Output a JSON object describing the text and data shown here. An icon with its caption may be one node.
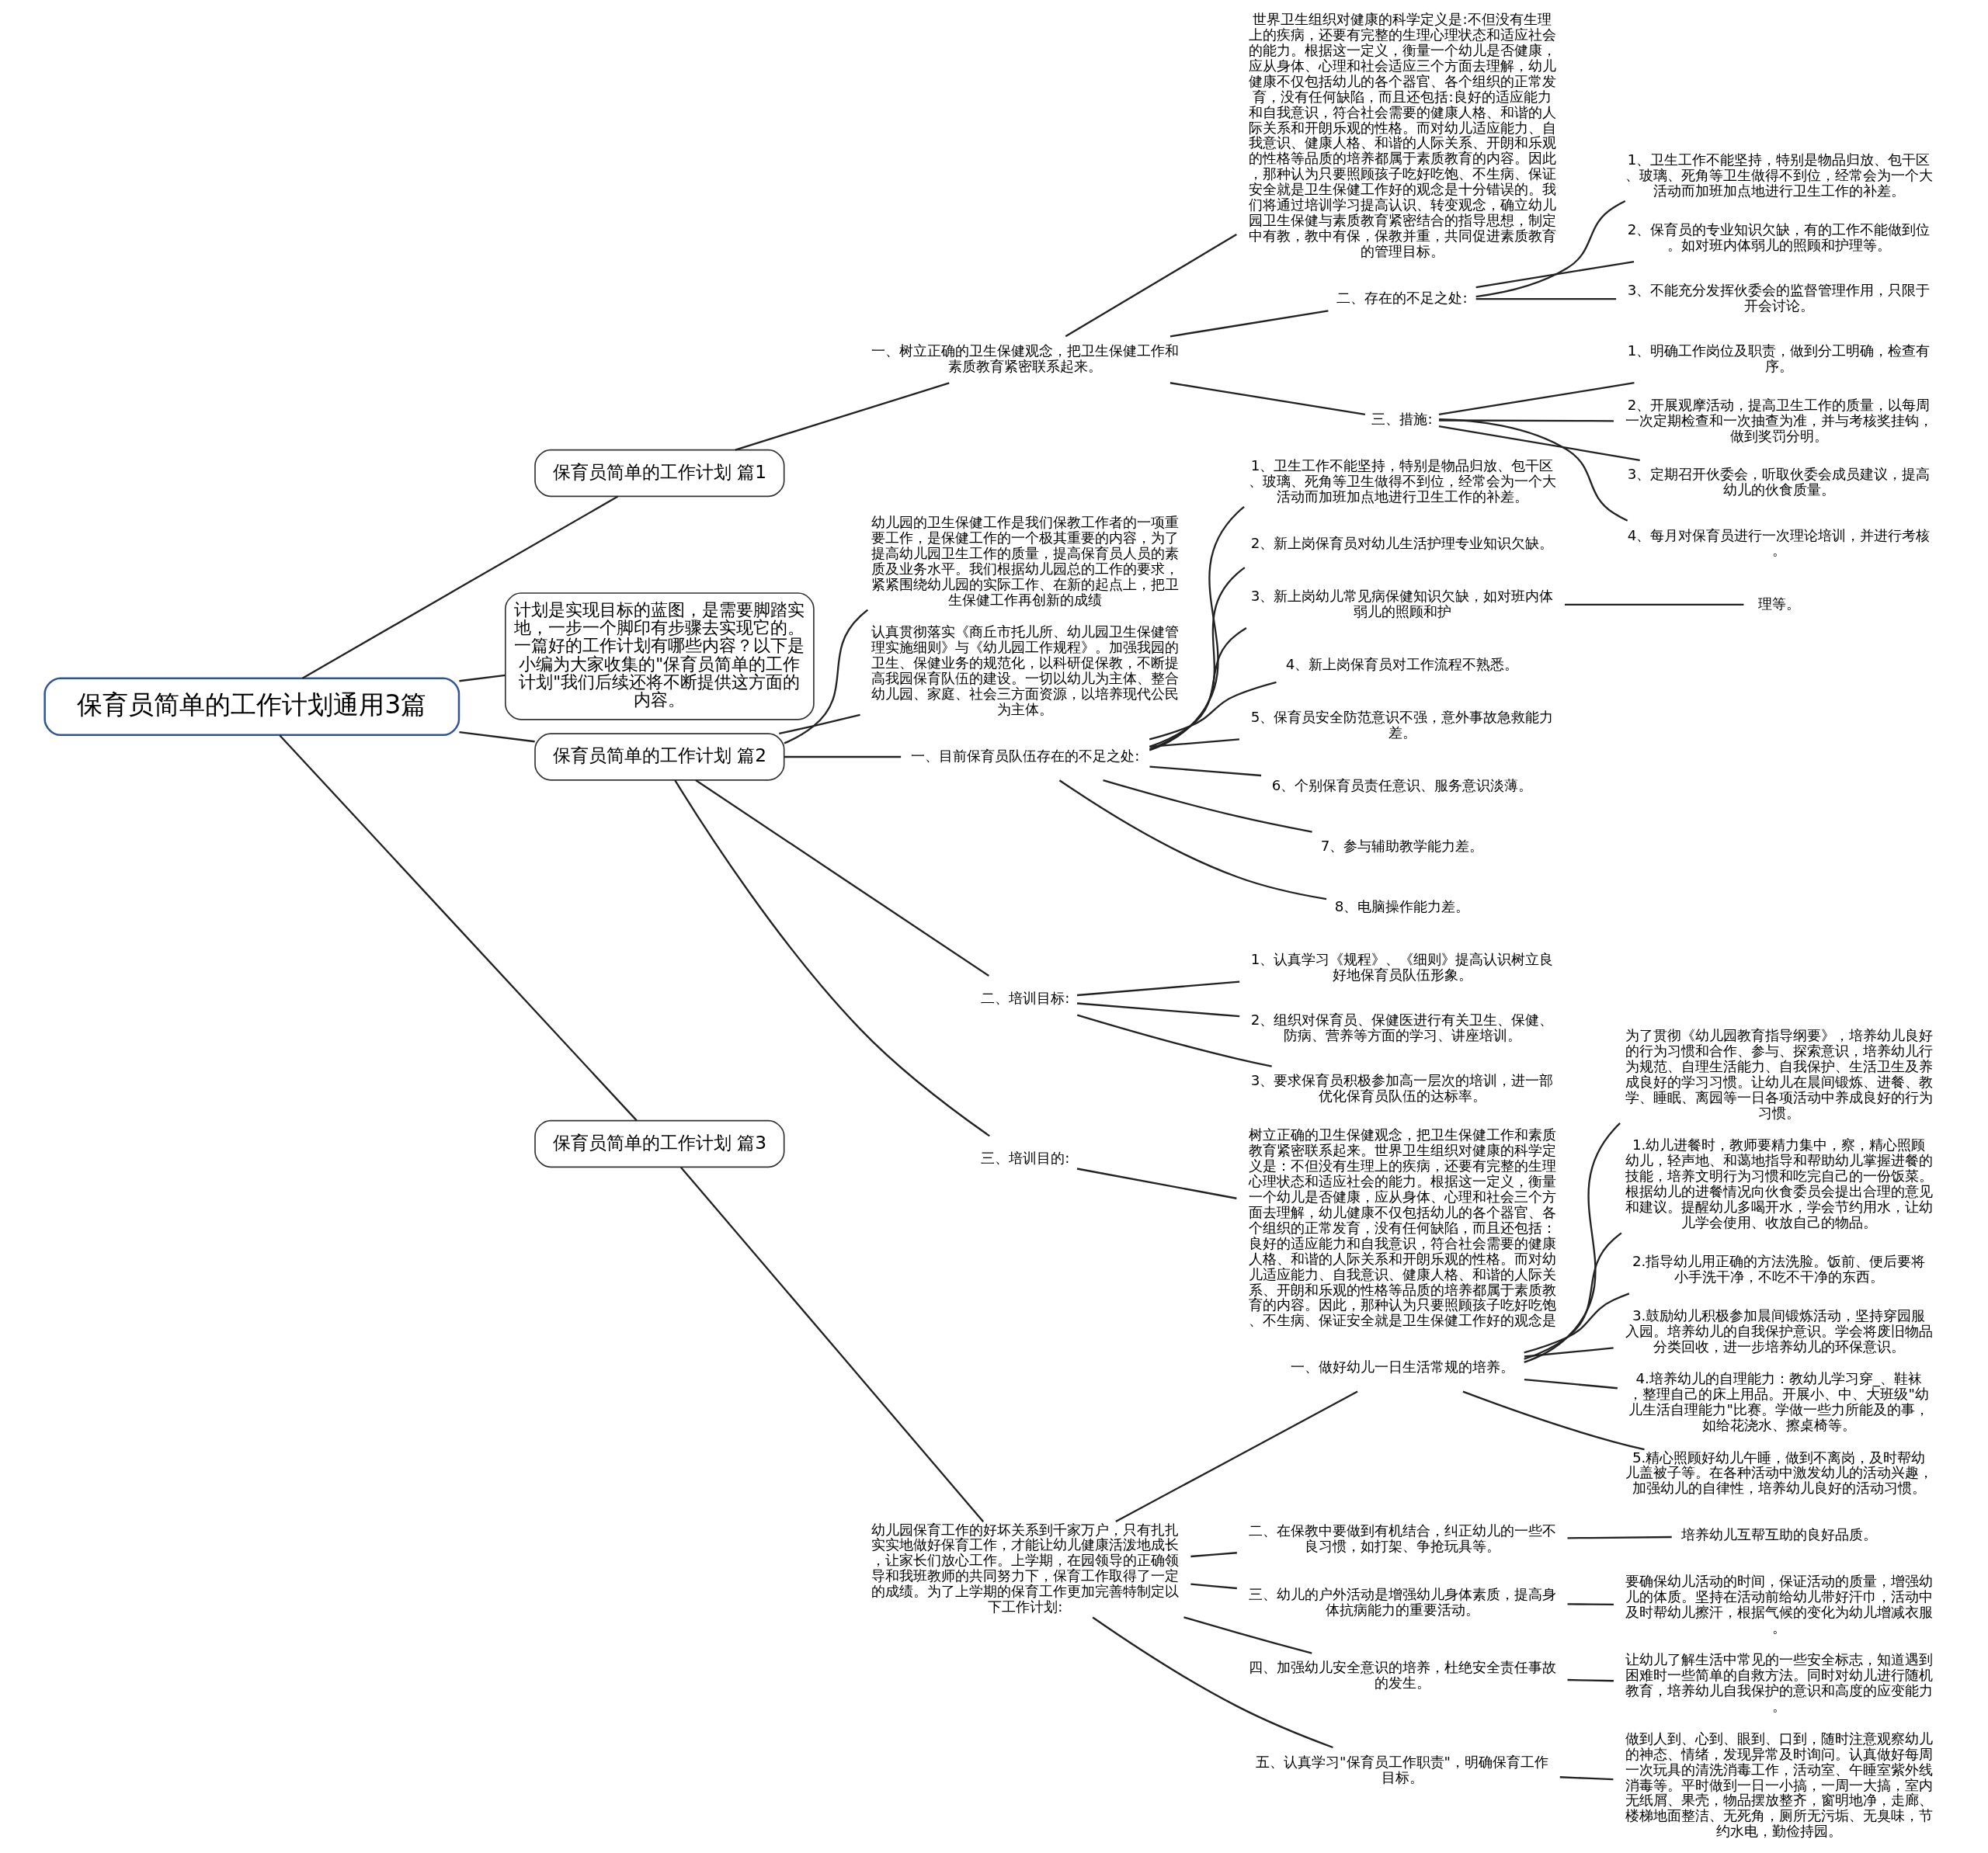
{
  "diagram": {
    "nodes": [
      {
        "text": [
          "保育员简单的工作计划通用3篇"
        ]
      },
      {
        "text": [
          "保育员简单的工作计划 篇1"
        ]
      },
      {
        "text": [
          "一、树立正确的卫生保健观念，把卫生保健工作和素质教育紧密联系起来。"
        ]
      },
      {
        "text": [
          "世界卫生组织对健康的科学定义是:不但没有生理上的疾病，还要有完整的生理心理状态和适应社会的能力。根据这一定义，衡量一个幼儿是否健康，应从身体、心理和社会适应三个方面去理解，幼儿健康不仅包括幼儿的各个器官、各个组织的正常发育，没有任何缺陷，而且还包括:良好的适应能力和自我意识，符合社会需要的健康人格、和谐的人际关系和开朗乐观的性格。而对幼儿适应能力、自我意识、健康人格、和谐的人际关系、开朗和乐观的性格等品质的培养都属于素质教育的内容。因此，那种认为只要照顾孩子吃好吃饱、不生病、保证安全就是卫生保健工作好的观念是十分错误的。我们将通过培训学习提高认识、转变观念，确立幼儿园卫生保健与素质教育紧密结合的指导思想，制定中有教，教中有保，保教并重，共同促进素质教育的管理目标。"
        ]
      },
      {
        "text": [
          "二、存在的不足之处:"
        ]
      },
      {
        "text": [
          "1、卫生工作不能坚持，特别是物品归放、包干区、玻璃、死角等卫生做得不到位，经常会为一个大活动而加班加点地进行卫生工作的补差。"
        ]
      },
      {
        "text": [
          "2、保育员的专业知识欠缺，有的工作不能做到位。如对班内体弱儿的照顾和护理等。"
        ]
      },
      {
        "text": [
          "3、不能充分发挥伙委会的监督管理作用，只限于开会讨论。"
        ]
      },
      {
        "text": [
          "三、措施:"
        ]
      },
      {
        "text": [
          "1、明确工作岗位及职责，做到分工明确，检查有序。"
        ]
      },
      {
        "text": [
          "2、开展观摩活动，提高卫生工作的质量，以每周一次定期检查和一次抽查为准，并与考核奖挂钩，做到奖罚分明。"
        ]
      },
      {
        "text": [
          "3、定期召开伙委会，听取伙委会成员建议，提高幼儿的伙食质量。"
        ]
      },
      {
        "text": [
          "4、每月对保育员进行一次理论培训，并进行考核。"
        ]
      },
      {
        "text": [
          "计划是实现目标的蓝图，是需要脚踏实地，一步一个脚印有步骤去实现它的。一篇好的工作计划有哪些内容？以下是小编为大家收集的\"保育员简单的工作计划\"我们后续还将不断提供这方面的内容。"
        ]
      },
      {
        "text": [
          "保育员简单的工作计划 篇2"
        ]
      },
      {
        "text": [
          "幼儿园的卫生保健工作是我们保教工作者的一项重要工作，是保健工作的一个极其重要的内容，为了提高幼儿园卫生工作的质量，提高保育员人员的素质及业务水平。我们根据幼儿园总的工作的要求，紧紧围绕幼儿园的实际工作、在新的起点上，把卫生保健工作再创新的成绩"
        ]
      },
      {
        "text": [
          "认真贯彻落实《商丘市托儿所、幼儿园卫生保健管理实施细则》与《幼儿园工作规程》。加强我园的卫生、保健业务的规范化，以科研促保教，不断提高我园保育队伍的建设。一切以幼儿为主体、整合幼儿园、家庭、社会三方面资源，以培养现代公民为主体。"
        ]
      },
      {
        "text": [
          "一、目前保育员队伍存在的不足之处:"
        ]
      },
      {
        "text": [
          "1、卫生工作不能坚持，特别是物品归放、包干区、玻璃、死角等卫生做得不到位，经常会为一个大活动而加班加点地进行卫生工作的补差。"
        ]
      },
      {
        "text": [
          "2、新上岗保育员对幼儿生活护理专业知识欠缺。"
        ]
      },
      {
        "text": [
          "3、新上岗幼儿常见病保健知识欠缺，如对班内体弱儿的照顾和护"
        ]
      },
      {
        "text": [
          "4、新上岗保育员对工作流程不熟悉。"
        ]
      },
      {
        "text": [
          "5、保育员安全防范意识不强，意外事故急救能力差。"
        ]
      },
      {
        "text": [
          "6、个别保育员责任意识、服务意识淡薄。"
        ]
      },
      {
        "text": [
          "7、参与辅助教学能力差。"
        ]
      },
      {
        "text": [
          "8、电脑操作能力差。"
        ]
      },
      {
        "text": [
          "理等。"
        ]
      },
      {
        "text": [
          "二、培训目标:"
        ]
      },
      {
        "text": [
          "1、认真学习《规程》、《细则》提高认识树立良好地保育员队伍形象。"
        ]
      },
      {
        "text": [
          "2、组织对保育员、保健医进行有关卫生、保健、防病、营养等方面的学习、讲座培训。"
        ]
      },
      {
        "text": [
          "3、要求保育员积极参加高一层次的培训，进一部优化保育员队伍的达标率。"
        ]
      },
      {
        "text": [
          "三、培训目的:"
        ]
      },
      {
        "text": [
          "树立正确的卫生保健观念，把卫生保健工作和素质教育紧密联系起来。世界卫生组织对健康的科学定义是：不但没有生理上的疾病，还要有完整的生理心理状态和适应社会的能力。根据这一定义，衡量一个幼儿是否健康，应从身体、心理和社会三个方面去理解，幼儿健康不仅包括幼儿的各个器官、各个组织的正常发育，没有任何缺陷，而且还包括：良好的适应能力和自我意识，符合社会需要的健康人格、和谐的人际关系和开朗乐观的性格。而对幼儿适应能力、自我意识、健康人格、和谐的人际关系、开朗和乐观的性格等品质的培养都属于素质教育的内容。因此，那种认为只要照顾孩子吃好吃饱、不生病、保证安全就是卫生保健工作好的观念是"
        ]
      },
      {
        "text": [
          "保育员简单的工作计划 篇3"
        ]
      },
      {
        "text": [
          "幼儿园保育工作的好坏关系到千家万户，只有扎扎实实地做好保育工作，才能让幼儿健康活泼地成长，让家长们放心工作。上学期，在园领导的正确领导和我班教师的共同努力下，保育工作取得了一定的成绩。为了上学期的保育工作更加完善特制定以下工作计划:"
        ]
      },
      {
        "text": [
          "一、做好幼儿一日生活常规的培养。"
        ]
      },
      {
        "text": [
          "为了贯彻《幼儿园教育指导纲要》，培养幼儿良好的行为习惯和合作、参与、探索意识，培养幼儿行为规范、自理生活能力、自我保护、生活卫生及养成良好的学习习惯。让幼儿在晨间锻炼、进餐、教学、睡眠、离园等一日各项活动中养成良好的行为习惯。"
        ]
      },
      {
        "text": [
          "1.幼儿进餐时，教师要精力集中，察，精心照顾幼儿，轻声地、和蔼地指导和帮助幼儿掌握进餐的技能，培养文明行为习惯和吃完自己的一份饭菜。根据幼儿的进餐情况向伙食委员会提出合理的意见和建议。提醒幼儿多喝开水，学会节约用水，让幼儿学会使用、收放自己的物品。"
        ]
      },
      {
        "text": [
          "2.指导幼儿用正确的方法洗脸。饭前、便后要将小手洗干净，不吃不干净的东西。"
        ]
      },
      {
        "text": [
          "3.鼓励幼儿积极参加晨间锻炼活动，坚持穿园服入园。培养幼儿的自我保护意识。学会将废旧物品分类回收，进一步培养幼儿的环保意识。"
        ]
      },
      {
        "text": [
          "4.培养幼儿的自理能力：教幼儿学习穿_、鞋袜，整理自己的床上用品。开展小、中、大班级\"幼儿生活自理能力\"比赛。学做一些力所能及的事，如给花浇水、擦桌椅等。"
        ]
      },
      {
        "text": [
          "5.精心照顾好幼儿午睡，做到不离岗，及时帮幼儿盖被子等。在各种活动中激发幼儿的活动兴趣，加强幼儿的自律性，培养幼儿良好的活动习惯。"
        ]
      },
      {
        "text": [
          "二、在保教中要做到有机结合，纠正幼儿的一些不良习惯，如打架、争抢玩具等。"
        ]
      },
      {
        "text": [
          "培养幼儿互帮互助的良好品质。"
        ]
      },
      {
        "text": [
          "三、幼儿的户外活动是增强幼儿身体素质，提高身体抗病能力的重要活动。"
        ]
      },
      {
        "text": [
          "要确保幼儿活动的时间，保证活动的质量，增强幼儿的体质。坚持在活动前给幼儿带好汗巾，活动中及时帮幼儿擦汗，根据气候的变化为幼儿增减衣服。"
        ]
      },
      {
        "text": [
          "四、加强幼儿安全意识的培养，杜绝安全责任事故的发生。"
        ]
      },
      {
        "text": [
          "让幼儿了解生活中常见的一些安全标志，知道遇到困难时一些简单的自救方法。同时对幼儿进行随机教育，培养幼儿自我保护的意识和高度的应变能力。"
        ]
      },
      {
        "text": [
          "五、认真学习\"保育员工作职责\"，明确保育工作目标。"
        ]
      },
      {
        "text": [
          "做到人到、心到、眼到、口到，随时注意观察幼儿的神态、情绪，发现异常及时询问。认真做好每周一次玩具的清洗消毒工作，活动室、午睡室紫外线消毒等。平时做到一日一小搞，一周一大搞，室内无纸屑、果壳，物品摆放整齐，窗明地净，走廊、楼梯地面整洁、无死角，厕所无污垢、无臭味，节约水电，勤俭持园。"
        ]
      }
    ],
    "edges": [
      {
        "from": 0,
        "to": 1,
        "arrow": "none"
      },
      {
        "from": 1,
        "to": 2,
        "arrow": "none"
      },
      {
        "from": 2,
        "to": 3,
        "arrow": "none"
      },
      {
        "from": 2,
        "to": 4,
        "arrow": "none"
      },
      {
        "from": 4,
        "to": 5,
        "arrow": "none"
      },
      {
        "from": 4,
        "to": 6,
        "arrow": "none"
      },
      {
        "from": 4,
        "to": 7,
        "arrow": "none"
      },
      {
        "from": 2,
        "to": 8,
        "arrow": "none"
      },
      {
        "from": 8,
        "to": 9,
        "arrow": "none"
      },
      {
        "from": 8,
        "to": 10,
        "arrow": "none"
      },
      {
        "from": 8,
        "to": 11,
        "arrow": "none"
      },
      {
        "from": 8,
        "to": 12,
        "arrow": "none"
      },
      {
        "from": 0,
        "to": 13,
        "arrow": "none"
      },
      {
        "from": 0,
        "to": 14,
        "arrow": "none"
      },
      {
        "from": 14,
        "to": 15,
        "arrow": "none"
      },
      {
        "from": 14,
        "to": 16,
        "arrow": "none"
      },
      {
        "from": 14,
        "to": 17,
        "arrow": "none"
      },
      {
        "from": 17,
        "to": 18,
        "arrow": "none"
      },
      {
        "from": 17,
        "to": 19,
        "arrow": "none"
      },
      {
        "from": 17,
        "to": 20,
        "arrow": "none"
      },
      {
        "from": 20,
        "to": 26,
        "arrow": "none"
      },
      {
        "from": 17,
        "to": 21,
        "arrow": "none"
      },
      {
        "from": 17,
        "to": 22,
        "arrow": "none"
      },
      {
        "from": 17,
        "to": 23,
        "arrow": "none"
      },
      {
        "from": 17,
        "to": 24,
        "arrow": "none"
      },
      {
        "from": 17,
        "to": 25,
        "arrow": "none"
      },
      {
        "from": 14,
        "to": 27,
        "arrow": "none"
      },
      {
        "from": 27,
        "to": 28,
        "arrow": "none"
      },
      {
        "from": 27,
        "to": 29,
        "arrow": "none"
      },
      {
        "from": 27,
        "to": 30,
        "arrow": "none"
      },
      {
        "from": 14,
        "to": 31,
        "arrow": "none"
      },
      {
        "from": 31,
        "to": 32,
        "arrow": "none"
      },
      {
        "from": 0,
        "to": 33,
        "arrow": "none"
      },
      {
        "from": 33,
        "to": 34,
        "arrow": "none"
      },
      {
        "from": 34,
        "to": 35,
        "arrow": "none"
      },
      {
        "from": 35,
        "to": 36,
        "arrow": "none"
      },
      {
        "from": 35,
        "to": 37,
        "arrow": "none"
      },
      {
        "from": 35,
        "to": 38,
        "arrow": "none"
      },
      {
        "from": 35,
        "to": 39,
        "arrow": "none"
      },
      {
        "from": 35,
        "to": 40,
        "arrow": "none"
      },
      {
        "from": 35,
        "to": 41,
        "arrow": "none"
      },
      {
        "from": 34,
        "to": 42,
        "arrow": "none"
      },
      {
        "from": 42,
        "to": 43,
        "arrow": "none"
      },
      {
        "from": 34,
        "to": 44,
        "arrow": "none"
      },
      {
        "from": 44,
        "to": 45,
        "arrow": "none"
      },
      {
        "from": 34,
        "to": 46,
        "arrow": "none"
      },
      {
        "from": 46,
        "to": 47,
        "arrow": "none"
      },
      {
        "from": 34,
        "to": 48,
        "arrow": "none"
      },
      {
        "from": 48,
        "to": 49,
        "arrow": "none"
      }
    ]
  }
}
